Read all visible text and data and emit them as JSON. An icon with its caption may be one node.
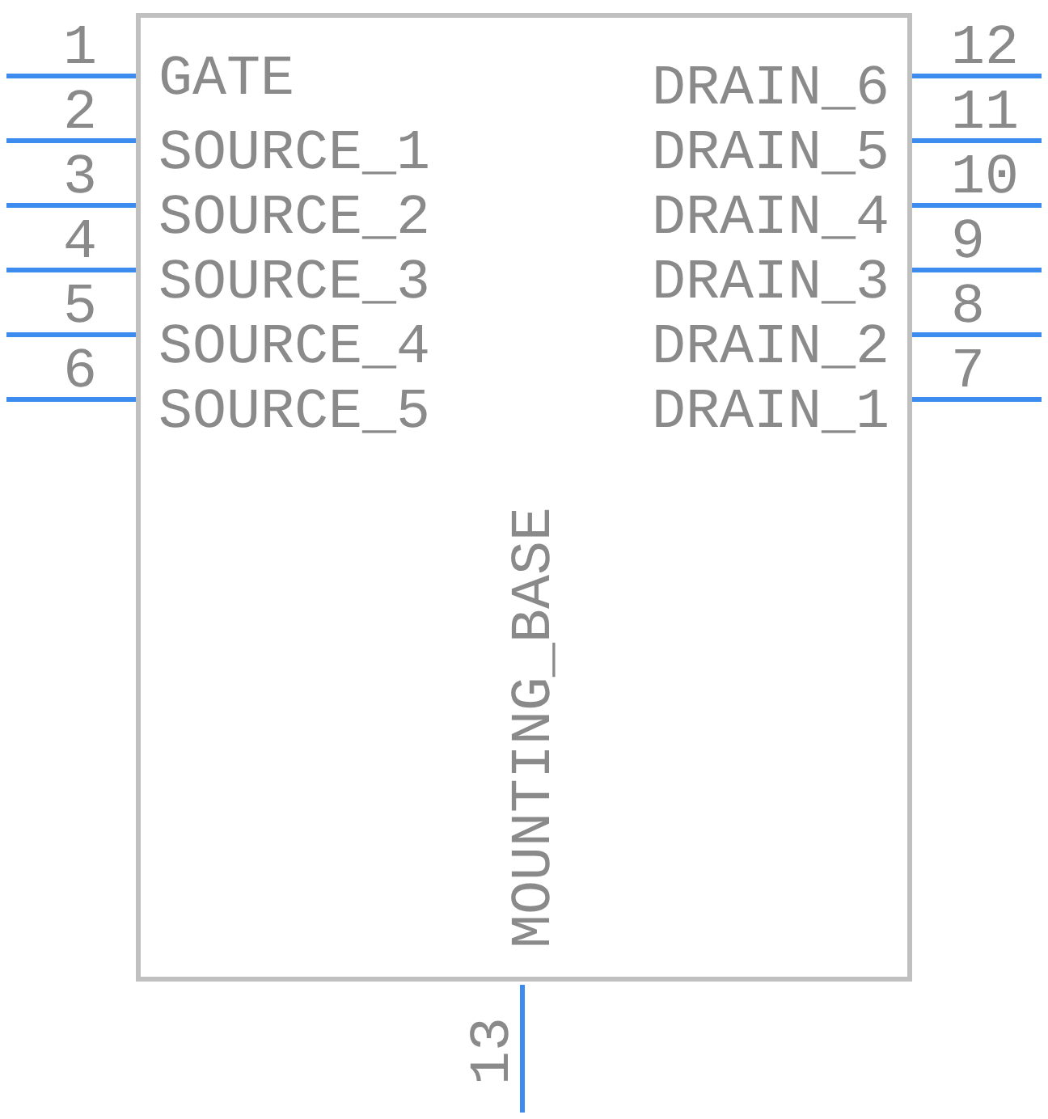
{
  "diagram": {
    "nodes": [
      {
        "text": [
          "GATE",
          "SOURCE_1",
          "SOURCE_2",
          "SOURCE_3",
          "SOURCE_4",
          "SOURCE_5",
          "DRAIN_6",
          "DRAIN_5",
          "DRAIN_4",
          "DRAIN_3",
          "DRAIN_2",
          "DRAIN_1",
          "MOUNTING_BASE"
        ]
      }
    ],
    "edges": [],
    "labels": [
      "1",
      "2",
      "3",
      "4",
      "5",
      "6",
      "7",
      "8",
      "9",
      "10",
      "11",
      "12",
      "13"
    ]
  }
}
